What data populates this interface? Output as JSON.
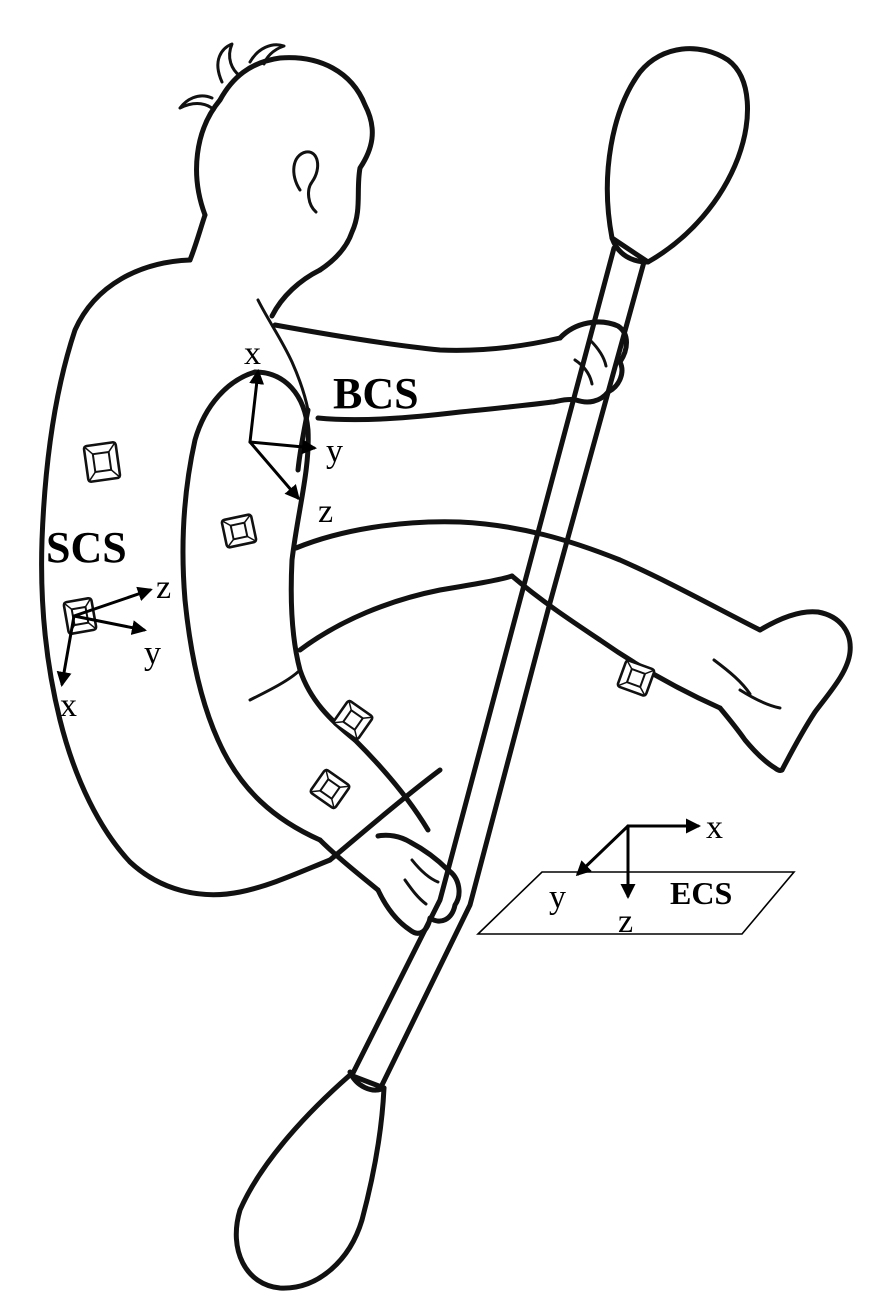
{
  "figure": {
    "frames": {
      "bcs": {
        "label": "BCS",
        "axes": {
          "x": "x",
          "y": "y",
          "z": "z"
        }
      },
      "scs": {
        "label": "SCS",
        "axes": {
          "x": "x",
          "y": "y",
          "z": "z"
        }
      },
      "ecs": {
        "label": "ECS",
        "axes": {
          "x": "x",
          "y": "y",
          "z": "z"
        }
      }
    },
    "colors": {
      "ink": "#111111",
      "background": "#ffffff"
    }
  }
}
